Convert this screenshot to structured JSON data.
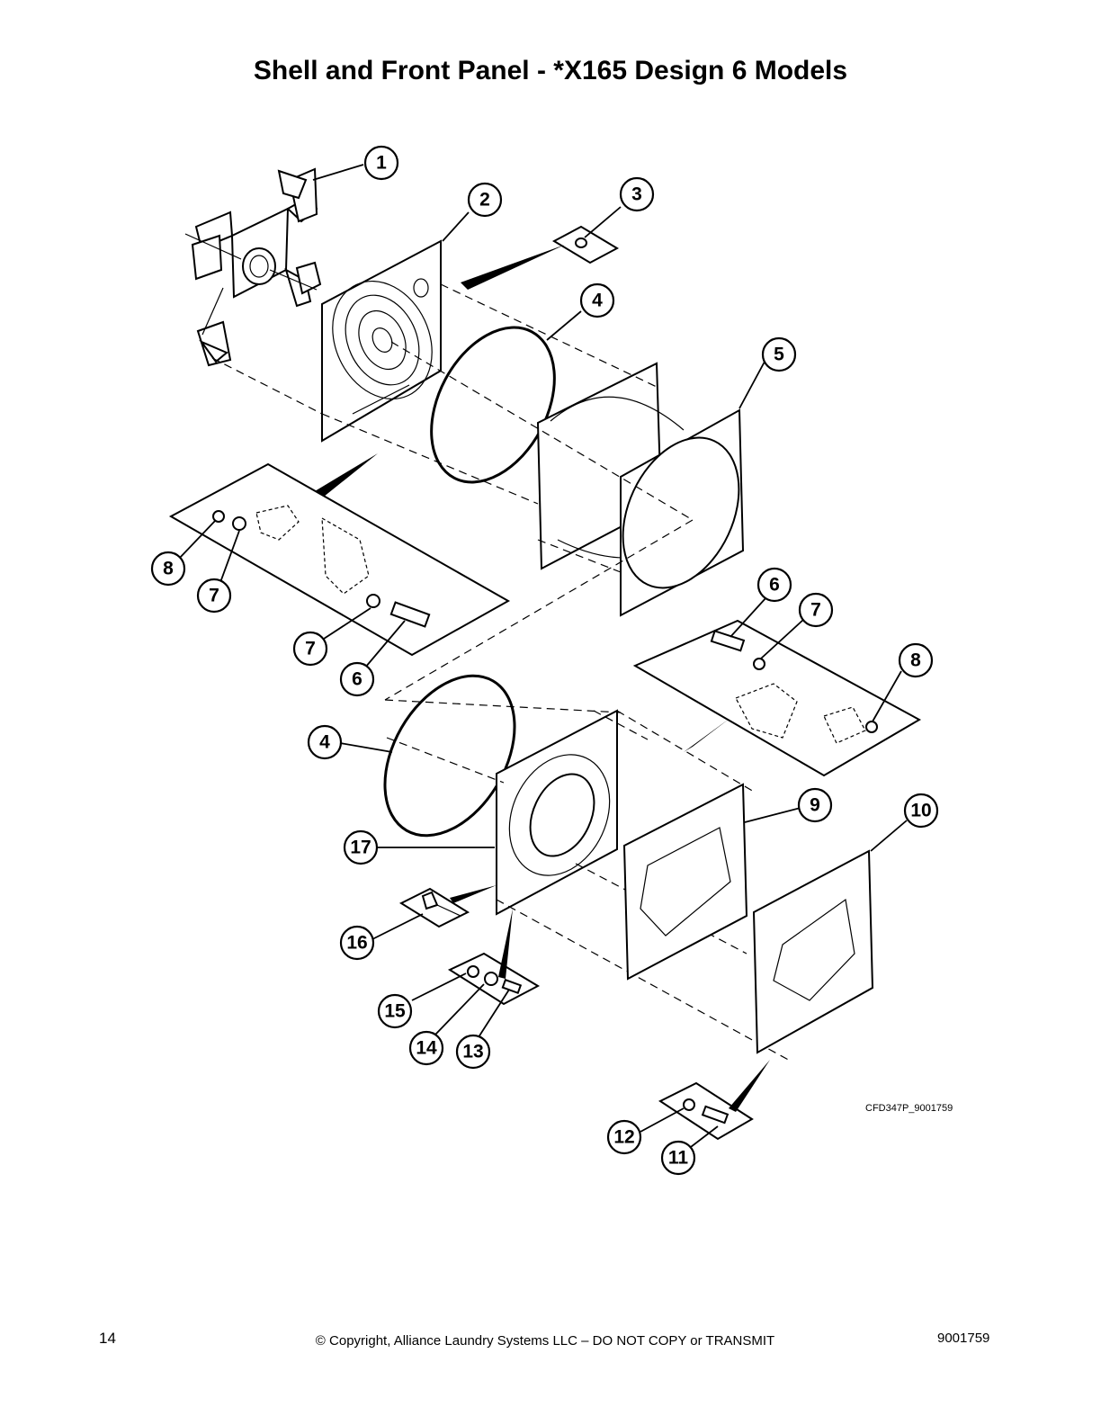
{
  "page": {
    "title": "Shell and Front Panel - *X165 Design 6 Models",
    "diagram_reference": "CFD347P_9001759",
    "footer": {
      "page_number": "14",
      "copyright": "© Copyright, Alliance Laundry Systems LLC – DO NOT COPY or TRANSMIT",
      "document_number": "9001759"
    }
  },
  "callouts": [
    "1",
    "2",
    "3",
    "4",
    "5",
    "8",
    "7",
    "7",
    "6",
    "6",
    "7",
    "8",
    "4",
    "9",
    "10",
    "17",
    "16",
    "15",
    "14",
    "13",
    "12",
    "11"
  ]
}
